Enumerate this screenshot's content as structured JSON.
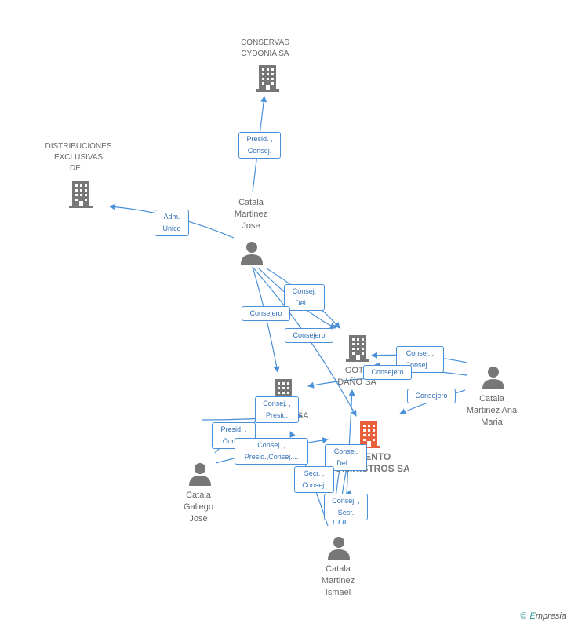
{
  "companies": {
    "conservas": [
      "CONSERVAS",
      "CYDONIA SA"
    ],
    "distribuciones": [
      "DISTRIBUCIONES",
      "EXCLUSIVAS",
      "DE..."
    ],
    "gota": [
      "GOTA",
      "DAÑO SA"
    ],
    "clima": [
      "",
      "EL CLIMA SA"
    ],
    "focus": [
      "MIENTO",
      "UMINISTROS SA"
    ]
  },
  "persons": {
    "jose_martinez": [
      "Catala",
      "Martinez",
      "Jose"
    ],
    "ana_maria": [
      "Catala",
      "Martinez Ana",
      "Maria"
    ],
    "gallego": [
      "Catala",
      "Gallego",
      "Jose"
    ],
    "ismael": [
      "Catala",
      "Martinez",
      "Ismael"
    ]
  },
  "edge_labels": {
    "presid_consej": [
      "Presid. ,",
      "Consej."
    ],
    "adm_unico": [
      "Adm.",
      "Unico"
    ],
    "consej_del_1": [
      "Consej.",
      "Del...."
    ],
    "consejero_1": "Consejero",
    "consejero_2": "Consejero",
    "consej_consej": [
      "Consej. ,",
      "Consej...."
    ],
    "consejero_3": "Consejero",
    "consejero_4": "Consejero",
    "consej_presid": [
      "Consej. ,",
      "Presid."
    ],
    "presid_cons": [
      "Presid. ,",
      "Cons..."
    ],
    "consej_presid_consej": [
      "Consej. ,",
      "Presid.,Consej...."
    ],
    "consej_del_2": [
      "Consej.",
      "Del...."
    ],
    "secr_consej": [
      "Secr. ,",
      "Consej."
    ],
    "consej_secr": [
      "Consej. ,",
      "Secr."
    ]
  },
  "footer": {
    "copyright": "©",
    "brand_initial": "E",
    "brand_rest": "mpresia"
  },
  "colors": {
    "edge": "#4a90d9",
    "company_icon": "#777777",
    "focus_icon": "#e8603c",
    "person_icon": "#777777"
  },
  "icons": {
    "company": "building-icon",
    "focus_company": "building-icon",
    "person": "person-icon"
  }
}
